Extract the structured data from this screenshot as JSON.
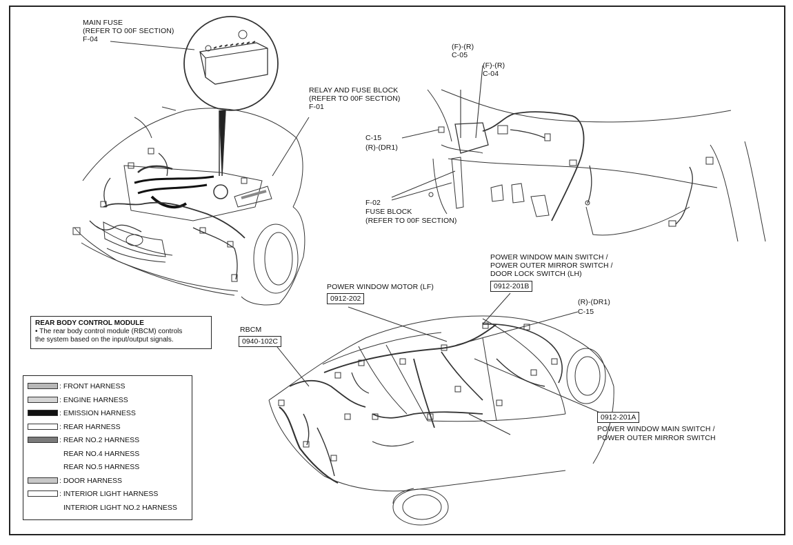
{
  "labels": {
    "main_fuse_1": "MAIN FUSE",
    "main_fuse_2": "(REFER TO 00F SECTION)",
    "main_fuse_3": "F-04",
    "relay_1": "RELAY AND FUSE BLOCK",
    "relay_2": "(REFER TO 00F SECTION)",
    "relay_3": "F-01",
    "fr_c05_1": "(F)-(R)",
    "fr_c05_2": "C-05",
    "fr_c04_1": "(F)-(R)",
    "fr_c04_2": "C-04",
    "c15_top_1": "C-15",
    "c15_top_2": "(R)-(DR1)",
    "fuse_block_1": "F-02",
    "fuse_block_2": "FUSE BLOCK",
    "fuse_block_3": "(REFER TO 00F SECTION)",
    "pw_main_1": "POWER WINDOW MAIN SWITCH /",
    "pw_main_2": "POWER OUTER MIRROR SWITCH /",
    "pw_main_3": "DOOR LOCK SWITCH (LH)",
    "pw_main_code": "0912-201B",
    "pw_motor": "POWER WINDOW MOTOR (LF)",
    "pw_motor_code": "0912-202",
    "rdr1_1": "(R)-(DR1)",
    "rdr1_2": "C-15",
    "rbcm": "RBCM",
    "rbcm_code": "0940-102C",
    "pw_201a_code": "0912-201A",
    "pw_201a_1": "POWER WINDOW MAIN SWITCH /",
    "pw_201a_2": "POWER OUTER MIRROR SWITCH"
  },
  "note": {
    "title": "REAR BODY CONTROL MODULE",
    "line1": "• The rear body control module (RBCM) controls",
    "line2": "the system based on the input/output signals."
  },
  "legend": [
    {
      "label": ": FRONT HARNESS",
      "swatch": "#b8b8b8"
    },
    {
      "label": ": ENGINE HARNESS",
      "swatch": "#d4d4d4"
    },
    {
      "label": ": EMISSION HARNESS",
      "swatch": "#111111"
    },
    {
      "label": ": REAR HARNESS",
      "swatch": "#ffffff"
    },
    {
      "label": ": REAR NO.2 HARNESS",
      "swatch": "#7a7a7a"
    },
    {
      "label": "REAR NO.4 HARNESS",
      "swatch": ""
    },
    {
      "label": "REAR NO.5 HARNESS",
      "swatch": ""
    },
    {
      "label": ": DOOR HARNESS",
      "swatch": "#c8c8c8"
    },
    {
      "label": ": INTERIOR LIGHT HARNESS",
      "swatch": "#ffffff"
    },
    {
      "label": "INTERIOR LIGHT NO.2 HARNESS",
      "swatch": ""
    }
  ]
}
